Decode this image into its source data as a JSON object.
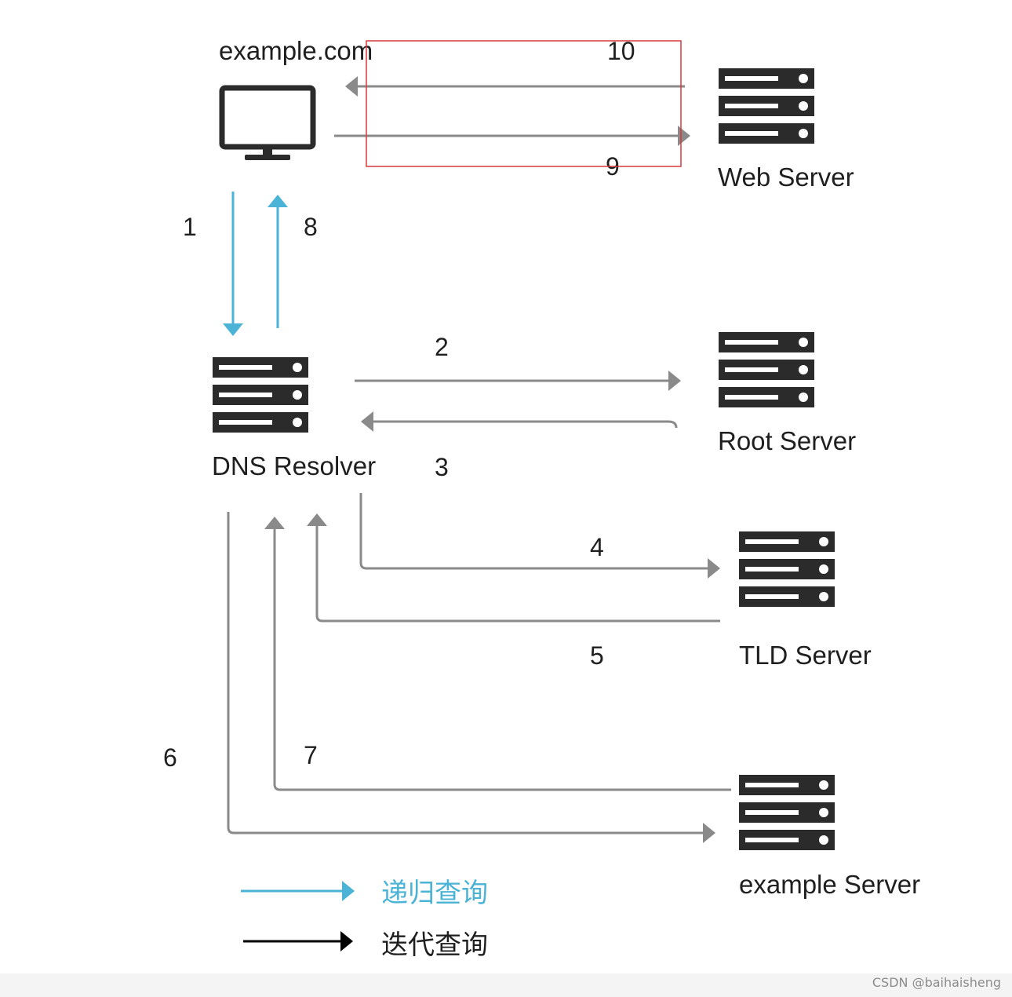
{
  "nodes": {
    "client": {
      "label": "example.com"
    },
    "resolver": {
      "label": "DNS Resolver"
    },
    "web_server": {
      "label": "Web Server"
    },
    "root_server": {
      "label": "Root Server"
    },
    "tld_server": {
      "label": "TLD Server"
    },
    "example_server": {
      "label": "example Server"
    }
  },
  "steps": [
    "1",
    "2",
    "3",
    "4",
    "5",
    "6",
    "7",
    "8",
    "9",
    "10"
  ],
  "legend": {
    "recursive": "递归查询",
    "iterative": "迭代查询"
  },
  "colors": {
    "recursive": "#4ab3d6",
    "iterative": "#000000",
    "flow_arrow": "#8a8a8a",
    "highlight_box": "#d9383a",
    "server": "#2b2b2b"
  },
  "watermark": "CSDN @baihaisheng"
}
